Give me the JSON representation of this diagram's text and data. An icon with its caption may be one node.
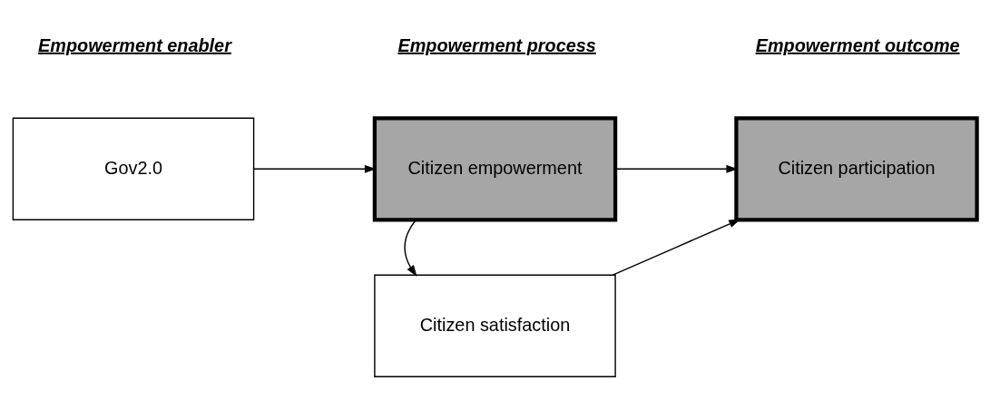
{
  "diagram": {
    "nodes": [
      {
        "text": [
          "Gov2.0"
        ]
      },
      {
        "text": [
          "Citizen empowerment"
        ]
      },
      {
        "text": [
          "Citizen participation"
        ]
      },
      {
        "text": [
          "Citizen satisfaction"
        ]
      }
    ],
    "edges": [
      {
        "from": 0,
        "to": 1,
        "arrow": "to"
      },
      {
        "from": 1,
        "to": 2,
        "arrow": "to"
      },
      {
        "from": 1,
        "to": 3,
        "arrow": "to"
      },
      {
        "from": 3,
        "to": 2,
        "arrow": "to"
      }
    ],
    "labels": [
      "Empowerment enabler",
      "Empowerment process",
      "Empowerment outcome"
    ]
  }
}
